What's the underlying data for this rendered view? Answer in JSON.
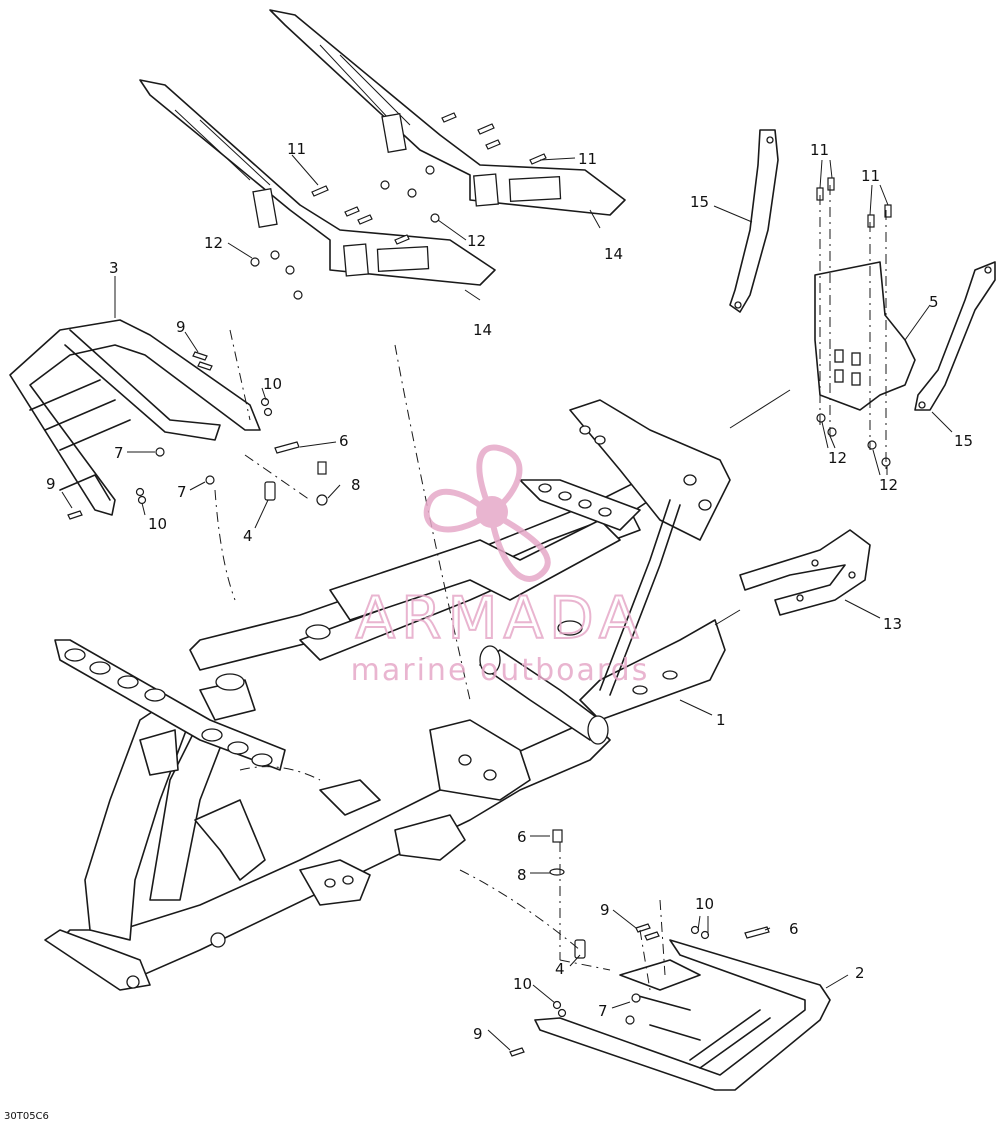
{
  "diagram": {
    "drawing_code": "30T05C6",
    "watermark": {
      "brand": "ARMADA",
      "tagline": "marine outboards",
      "color": "#e6a9c8"
    },
    "callouts": [
      {
        "id": "c1",
        "text": "1"
      },
      {
        "id": "c2",
        "text": "2"
      },
      {
        "id": "c3",
        "text": "3"
      },
      {
        "id": "c4a",
        "text": "4"
      },
      {
        "id": "c4b",
        "text": "4"
      },
      {
        "id": "c5",
        "text": "5"
      },
      {
        "id": "c6a",
        "text": "6"
      },
      {
        "id": "c6b",
        "text": "6"
      },
      {
        "id": "c6c",
        "text": "6"
      },
      {
        "id": "c7a",
        "text": "7"
      },
      {
        "id": "c7b",
        "text": "7"
      },
      {
        "id": "c7c",
        "text": "7"
      },
      {
        "id": "c8a",
        "text": "8"
      },
      {
        "id": "c8b",
        "text": "8"
      },
      {
        "id": "c9a",
        "text": "9"
      },
      {
        "id": "c9b",
        "text": "9"
      },
      {
        "id": "c9c",
        "text": "9"
      },
      {
        "id": "c9d",
        "text": "9"
      },
      {
        "id": "c10a",
        "text": "10"
      },
      {
        "id": "c10b",
        "text": "10"
      },
      {
        "id": "c10c",
        "text": "10"
      },
      {
        "id": "c10d",
        "text": "10"
      },
      {
        "id": "c11a",
        "text": "11"
      },
      {
        "id": "c11b",
        "text": "11"
      },
      {
        "id": "c11c",
        "text": "11"
      },
      {
        "id": "c11d",
        "text": "11"
      },
      {
        "id": "c12a",
        "text": "12"
      },
      {
        "id": "c12b",
        "text": "12"
      },
      {
        "id": "c12c",
        "text": "12"
      },
      {
        "id": "c12d",
        "text": "12"
      },
      {
        "id": "c13",
        "text": "13"
      },
      {
        "id": "c14a",
        "text": "14"
      },
      {
        "id": "c14b",
        "text": "14"
      },
      {
        "id": "c15a",
        "text": "15"
      },
      {
        "id": "c15b",
        "text": "15"
      }
    ]
  }
}
